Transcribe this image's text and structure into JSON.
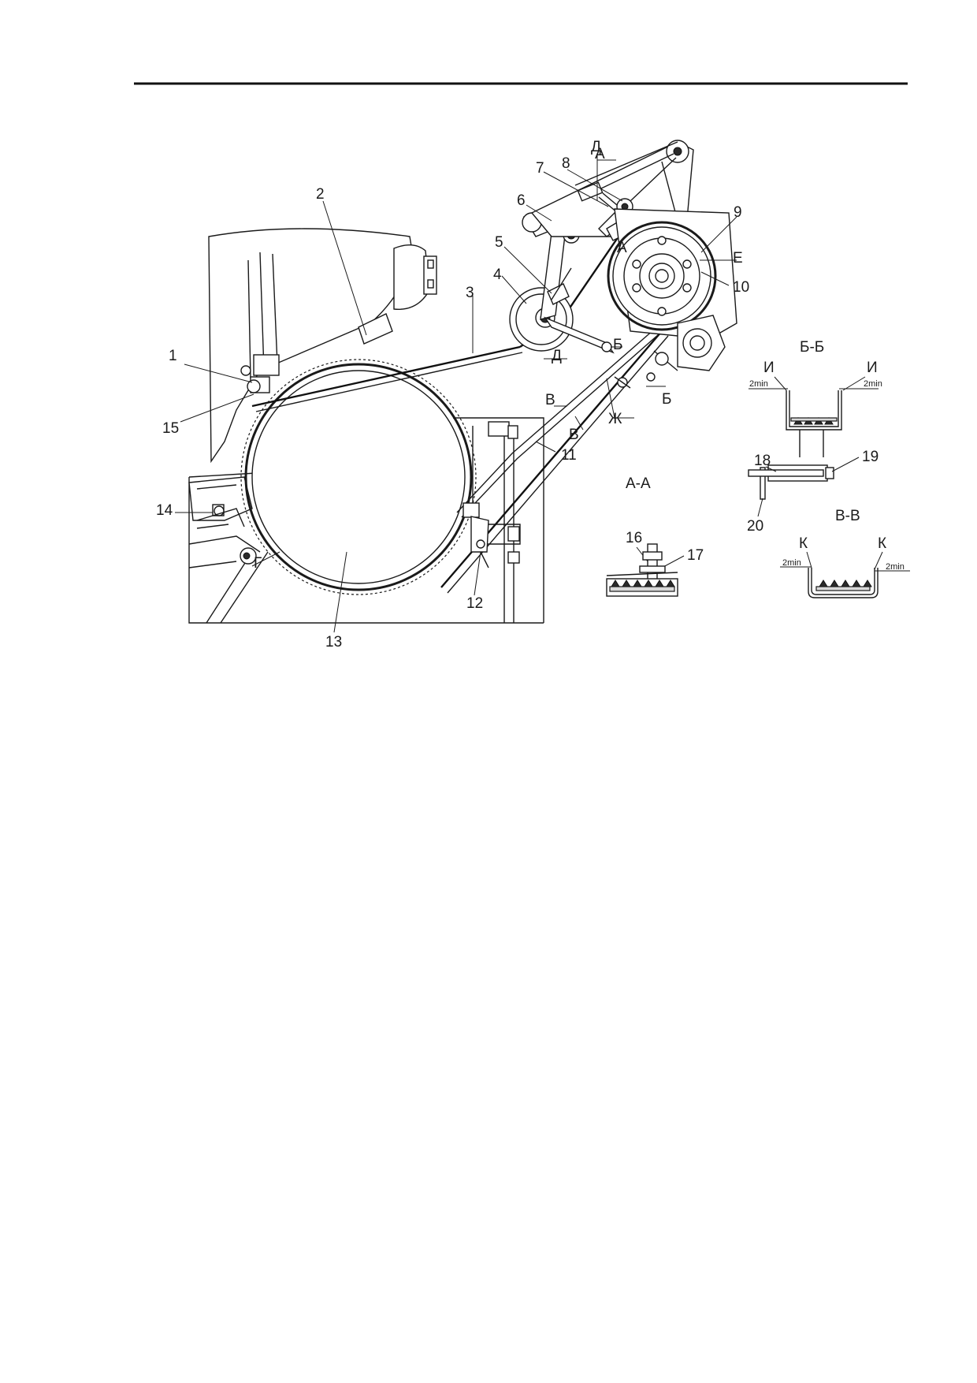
{
  "callouts": [
    {
      "id": "c1",
      "text": "1"
    },
    {
      "id": "c2",
      "text": "2"
    },
    {
      "id": "c3",
      "text": "3"
    },
    {
      "id": "c4",
      "text": "4"
    },
    {
      "id": "c5",
      "text": "5"
    },
    {
      "id": "c6",
      "text": "6"
    },
    {
      "id": "c7",
      "text": "7"
    },
    {
      "id": "c8",
      "text": "8"
    },
    {
      "id": "c9",
      "text": "9"
    },
    {
      "id": "c10",
      "text": "10"
    },
    {
      "id": "c11",
      "text": "11"
    },
    {
      "id": "c12",
      "text": "12"
    },
    {
      "id": "c13",
      "text": "13"
    },
    {
      "id": "c14",
      "text": "14"
    },
    {
      "id": "c15",
      "text": "15"
    },
    {
      "id": "c16",
      "text": "16"
    },
    {
      "id": "c17",
      "text": "17"
    },
    {
      "id": "c18",
      "text": "18"
    },
    {
      "id": "c19",
      "text": "19"
    },
    {
      "id": "c20",
      "text": "20"
    }
  ],
  "section_marks": {
    "d": "Д",
    "a": "А",
    "b": "Б",
    "v": "В",
    "e": "Е",
    "zh": "Ж",
    "g": "Г",
    "i": "И",
    "k": "К"
  },
  "views": {
    "aa": "А-А",
    "bb": "Б-Б",
    "vv": "В-В"
  },
  "dimension": "2min"
}
